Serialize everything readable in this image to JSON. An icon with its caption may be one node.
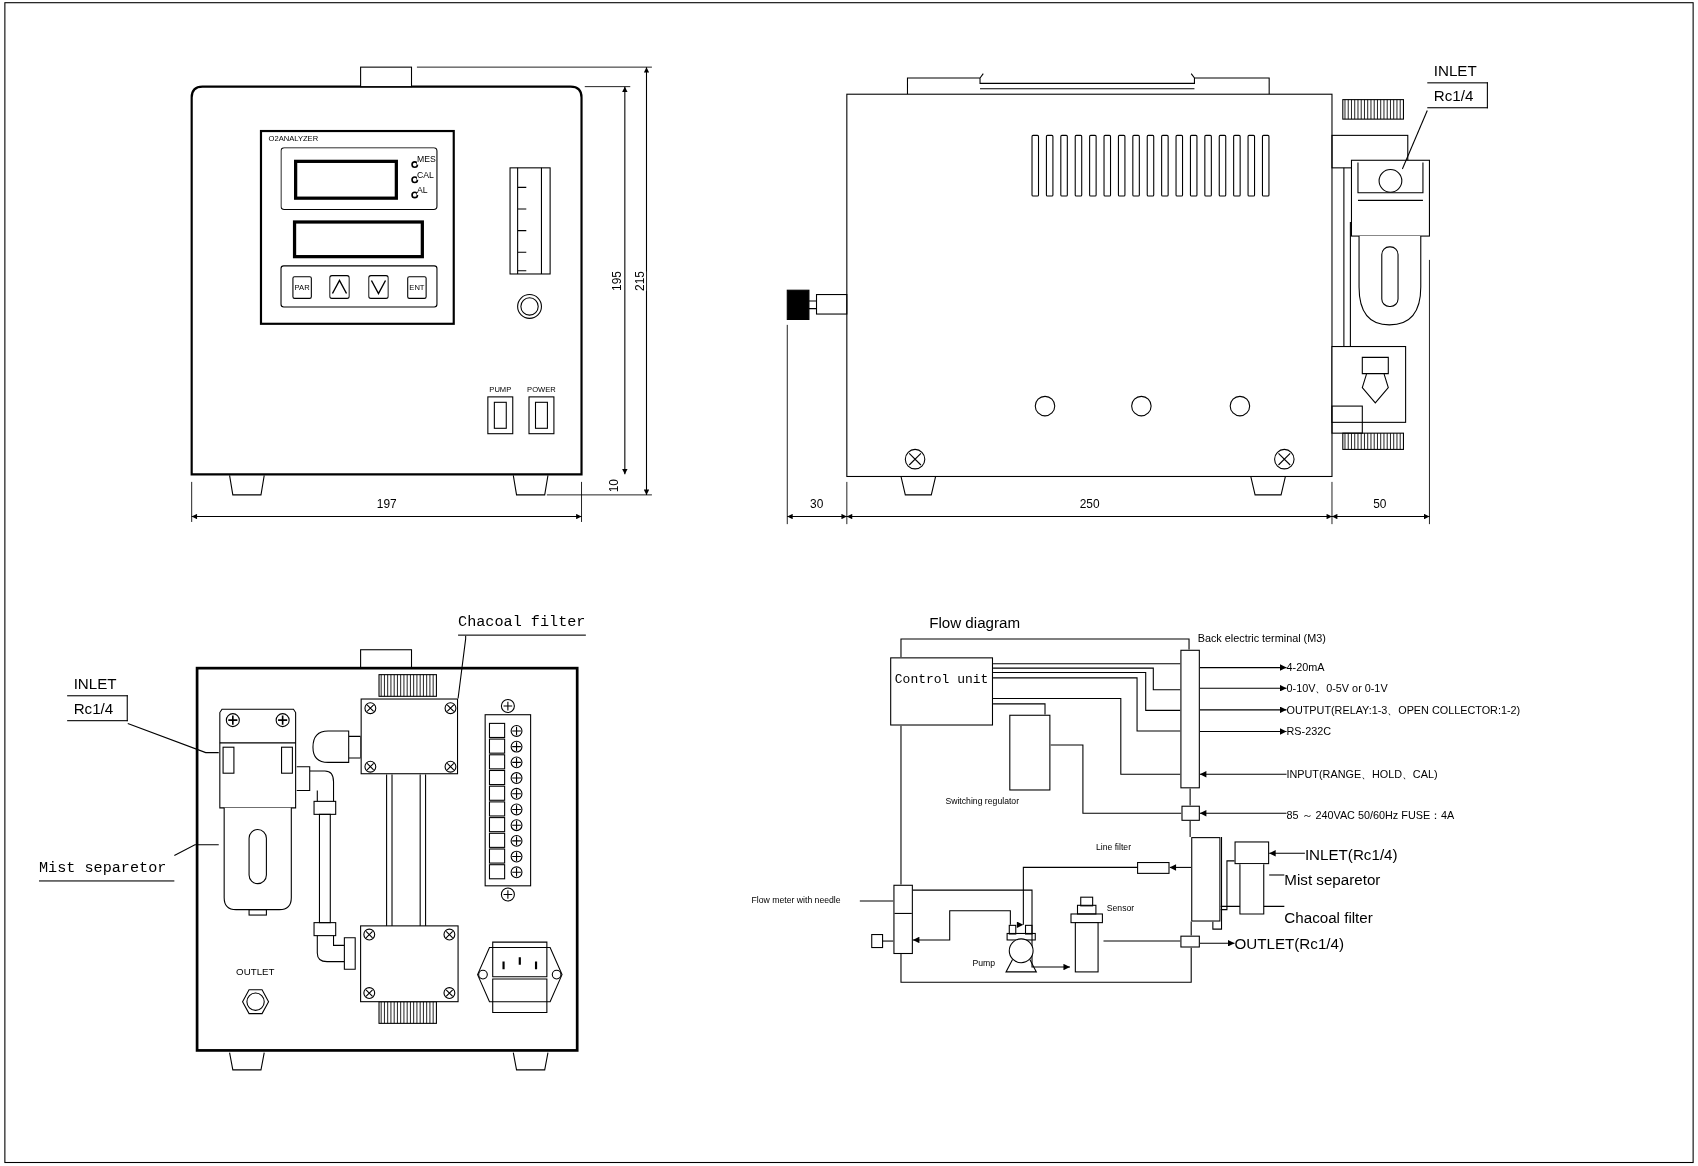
{
  "diagram": {
    "nodes": [
      {
        "text": [
          "O2ANALYZER"
        ]
      },
      {
        "text": [
          "PAR"
        ],
        "in": 0
      },
      {
        "text": [
          "ENT"
        ],
        "in": 0
      },
      {
        "text": [
          "PUMP"
        ]
      },
      {
        "text": [
          "POWER"
        ]
      },
      {
        "text": [],
        "shape": "circle"
      },
      {
        "text": [
          "INLET",
          "Rc1/4"
        ]
      },
      {
        "text": [
          "INLET",
          "Rc1/4"
        ]
      },
      {
        "text": [],
        "shape": "picture"
      },
      {
        "text": [
          "Mist separetor"
        ]
      },
      {
        "text": [],
        "shape": "box"
      },
      {
        "text": [
          "Chacoal filter"
        ]
      },
      {
        "text": [
          "Flow diagram"
        ]
      },
      {
        "text": [
          "Control unit"
        ]
      },
      {
        "text": [],
        "shape": "bar",
        "beside": [
          "Back electric terminal (M3)"
        ]
      },
      {
        "text": [],
        "shape": "box",
        "beside": [
          "Switching regulator"
        ]
      },
      {
        "text": [],
        "shape": "box"
      },
      {
        "text": [
          "4-20mA"
        ]
      },
      {
        "text": [
          "0-10V、0-5V or 0-1V"
        ]
      },
      {
        "text": [
          "OUTPUT(RELAY:1-3、OPEN COLLECTOR:1-2)"
        ]
      },
      {
        "text": [
          "RS-232C"
        ]
      },
      {
        "text": [
          "INPUT(RANGE、HOLD、CAL)"
        ]
      },
      {
        "text": [
          "85 ～ 240VAC 50/60Hz FUSE：4A"
        ]
      },
      {
        "text": [],
        "shape": "box"
      },
      {
        "text": [],
        "shape": "picture"
      },
      {
        "text": [
          "INLET(Rc1/4)"
        ]
      },
      {
        "text": [
          "Mist separetor"
        ]
      },
      {
        "text": [
          "Chacoal filter"
        ]
      },
      {
        "text": [],
        "shape": "box",
        "beside": [
          "Line filter"
        ]
      },
      {
        "text": [],
        "shape": "bar"
      },
      {
        "text": [
          "Flow meter with needle"
        ]
      },
      {
        "text": [],
        "shape": "picture",
        "beside": [
          "Pump"
        ]
      },
      {
        "text": [],
        "shape": "picture",
        "beside": [
          "Sensor"
        ]
      },
      {
        "text": [],
        "shape": "box"
      },
      {
        "text": [
          "OUTLET(Rc1/4)"
        ]
      }
    ],
    "edges": [
      {
        "from": 6,
        "to": 5,
        "arrow": "none"
      },
      {
        "from": 7,
        "to": 8,
        "arrow": "none"
      },
      {
        "from": 9,
        "to": 8,
        "arrow": "none"
      },
      {
        "from": 11,
        "to": 10,
        "arrow": "none"
      },
      {
        "from": 13,
        "to": 14,
        "arrow": "none"
      },
      {
        "from": 13,
        "to": 14,
        "arrow": "none"
      },
      {
        "from": 13,
        "to": 14,
        "arrow": "none"
      },
      {
        "from": 13,
        "to": 14,
        "arrow": "none"
      },
      {
        "from": 13,
        "to": 14,
        "arrow": "none"
      },
      {
        "from": 14,
        "to": 17,
        "arrow": "to"
      },
      {
        "from": 14,
        "to": 18,
        "arrow": "to"
      },
      {
        "from": 14,
        "to": 19,
        "arrow": "to"
      },
      {
        "from": 14,
        "to": 20,
        "arrow": "to"
      },
      {
        "from": 21,
        "to": 14,
        "arrow": "to"
      },
      {
        "from": 15,
        "to": 16,
        "arrow": "none"
      },
      {
        "from": 22,
        "to": 16,
        "arrow": "to"
      },
      {
        "from": 25,
        "to": 24,
        "arrow": "to"
      },
      {
        "from": 26,
        "to": 24,
        "arrow": "none"
      },
      {
        "from": 27,
        "to": 23,
        "arrow": "none"
      },
      {
        "from": 30,
        "to": 29,
        "arrow": "none"
      },
      {
        "from": 24,
        "to": 23,
        "arrow": "none"
      },
      {
        "from": 23,
        "to": 28,
        "arrow": "to"
      },
      {
        "from": 28,
        "to": 31,
        "arrow": "to"
      },
      {
        "from": 31,
        "to": 29,
        "arrow": "to"
      },
      {
        "from": 29,
        "to": 32,
        "arrow": "to"
      },
      {
        "from": 32,
        "to": 33,
        "arrow": "none"
      },
      {
        "from": 33,
        "to": 34,
        "arrow": "to"
      },
      {
        "from": 13,
        "to": 15,
        "arrow": "none"
      }
    ],
    "labels": [
      "MES",
      "CAL",
      "AL",
      "195",
      "215",
      "10",
      "197",
      "30",
      "250",
      "50",
      "OUTLET"
    ]
  }
}
